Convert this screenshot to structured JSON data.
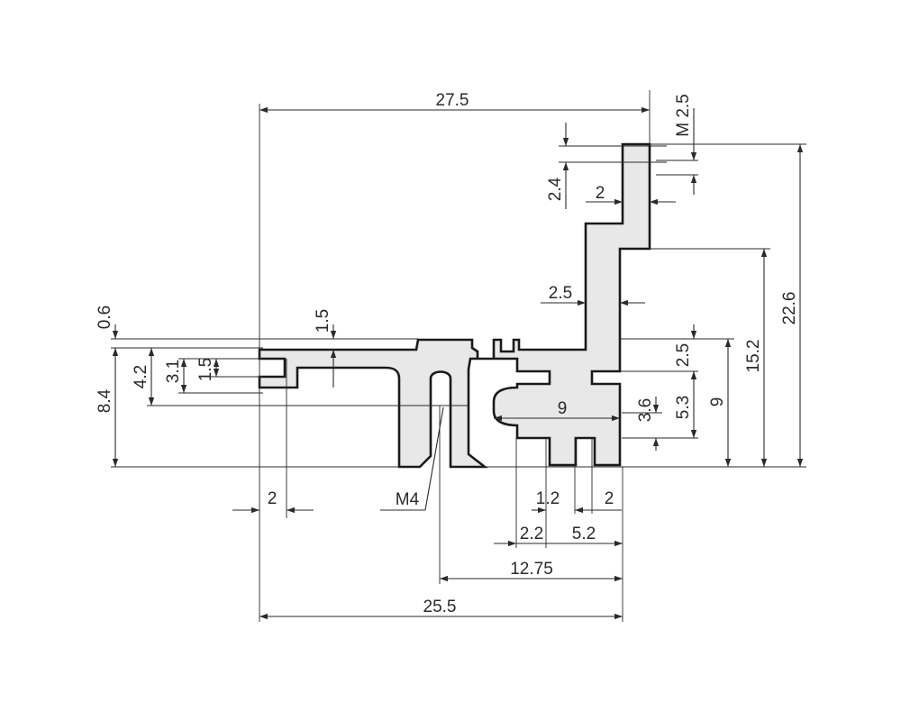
{
  "drawing": {
    "thread_callouts": {
      "m25": "M 2.5",
      "m4": "M4"
    },
    "dimensions": {
      "overall_width_top": "27.5",
      "overall_width_bottom": "25.5",
      "overall_height": "22.6",
      "height_15_2": "15.2",
      "height_9": "9",
      "height_5_3": "5.3",
      "height_3_6": "3.6",
      "height_2_5_right": "2.5",
      "left_8_4": "8.4",
      "left_4_2": "4.2",
      "left_3_1": "3.1",
      "left_1_5": "1.5",
      "left_0_6": "0.6",
      "top_1_5": "1.5",
      "tab_2_4": "2.4",
      "tab_2": "2",
      "wall_2_5": "2.5",
      "bottom_2_left": "2",
      "slot_9": "9",
      "slot_1_2": "1.2",
      "slot_2": "2",
      "slot_2_2": "2.2",
      "slot_5_2": "5.2",
      "center_12_75": "12.75"
    }
  }
}
